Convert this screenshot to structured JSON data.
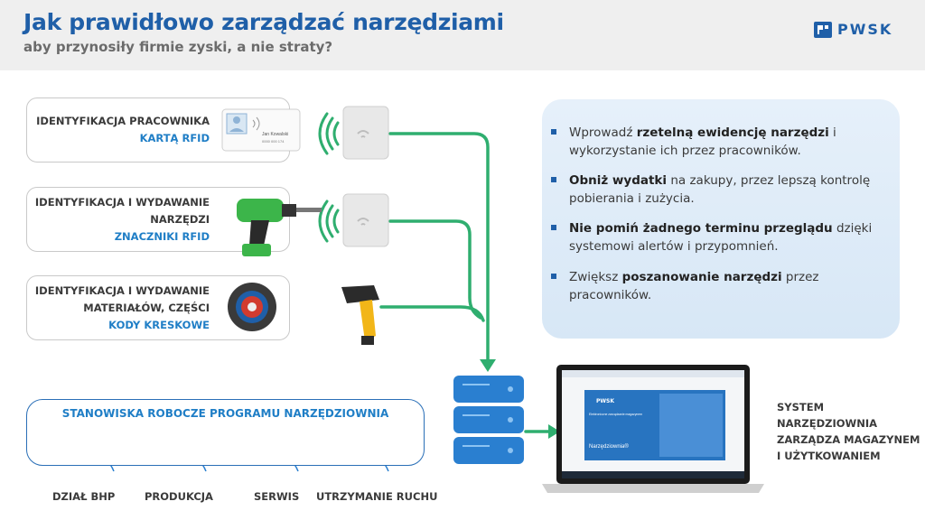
{
  "header": {
    "title": "Jak prawidłowo zarządzać narzędziami",
    "subtitle": "aby przynosiły firmie zyski, a nie straty?",
    "logo_text": "PWSK"
  },
  "id_boxes": [
    {
      "line1": "IDENTYFIKACJA PRACOWNIKA",
      "line2": "",
      "highlight": "KARTĄ RFID"
    },
    {
      "line1": "IDENTYFIKACJA I WYDAWANIE",
      "line2": "NARZĘDZI",
      "highlight": "ZNACZNIKI RFID"
    },
    {
      "line1": "IDENTYFIKACJA I WYDAWANIE",
      "line2": "MATERIAŁÓW, CZĘŚCI",
      "highlight": "KODY KRESKOWE"
    }
  ],
  "card": {
    "name": "Jan Kowalski",
    "number": "0000 000 174"
  },
  "bullets": [
    {
      "pre": "Wprowadź ",
      "bold": "rzetelną ewidencję narzędzi",
      "post": " i wykorzystanie ich przez pracowników."
    },
    {
      "pre": "",
      "bold": "Obniż wydatki",
      "post": " na zakupy, przez lepszą kontrolę pobierania i zużycia."
    },
    {
      "pre": "",
      "bold": "Nie pomiń żadnego terminu przeglądu",
      "post": " dzięki systemowi alertów i przypomnień."
    },
    {
      "pre": " Zwiększ ",
      "bold": "poszanowanie narzędzi",
      "post": " przez pracowników."
    }
  ],
  "workstations": {
    "title": "STANOWISKA ROBOCZE PROGRAMU NARZĘDZIOWNIA",
    "items": [
      "DZIAŁ BHP",
      "PRODUKCJA",
      "SERWIS",
      "UTRZYMANIE RUCHU"
    ]
  },
  "system_label": [
    "SYSTEM",
    "NARZĘDZIOWNIA",
    "ZARZĄDZA MAGAZYNEM",
    "I UŻYTKOWANIEM"
  ],
  "screen": {
    "logo": "PWSK",
    "heading": "Elektroniczne zarządzanie magazynem",
    "product": "Narzędziownia®"
  },
  "colors": {
    "brand_blue": "#1f5fa8",
    "highlight_blue": "#1f7ec6",
    "flow_green": "#2fae6f"
  }
}
